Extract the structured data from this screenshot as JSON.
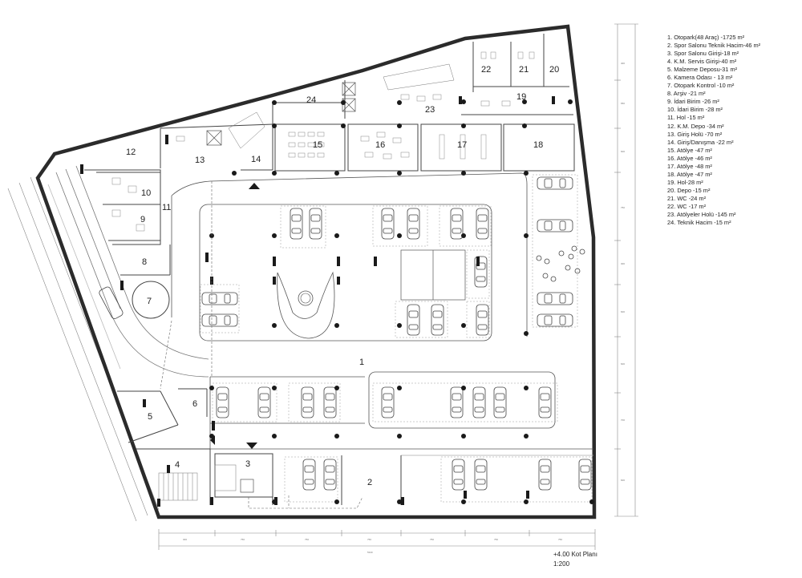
{
  "legend": [
    "1. Otopark(48 Araç) -1725 m²",
    "2. Spor Salonu Teknik Hacim-46 m²",
    "3. Spor Salonu Girişi-18 m²",
    "4. K.M. Servis Girişi-40 m²",
    "5. Malzeme Deposu-31 m²",
    "6. Kamera Odası - 13 m²",
    "7. Otopark Kontrol -10 m²",
    "8. Arşiv -21 m²",
    "9. İdari Birim -26 m²",
    "10. İdari Birim -28 m²",
    "11. Hol -15 m²",
    "12. K.M. Depo -34 m²",
    "13. Giriş Holü -70 m²",
    "14. Giriş/Danışma -22 m²",
    "15. Atölye -47 m²",
    "16. Atölye -46 m²",
    "17. Atölye -48 m²",
    "18. Atölye -47 m²",
    "19. Hol-28 m²",
    "20. Depo -15 m²",
    "21. WC -24 m²",
    "22. WC -17 m²",
    "23. Atölyeler Holü -145 m²",
    "24. Teknik Hacim -15 m²"
  ],
  "room_labels": [
    "1",
    "2",
    "3",
    "4",
    "5",
    "6",
    "7",
    "8",
    "9",
    "10",
    "11",
    "12",
    "13",
    "14",
    "15",
    "16",
    "17",
    "18",
    "19",
    "20",
    "21",
    "22",
    "23",
    "24"
  ],
  "caption": {
    "line1": "+4.00 Kot Planı",
    "line2": "1:200"
  },
  "colors": {
    "outer_wall": "#2b2b2b",
    "line": "#555555",
    "light_line": "#bbbbbb",
    "column": "#1a1a1a"
  }
}
